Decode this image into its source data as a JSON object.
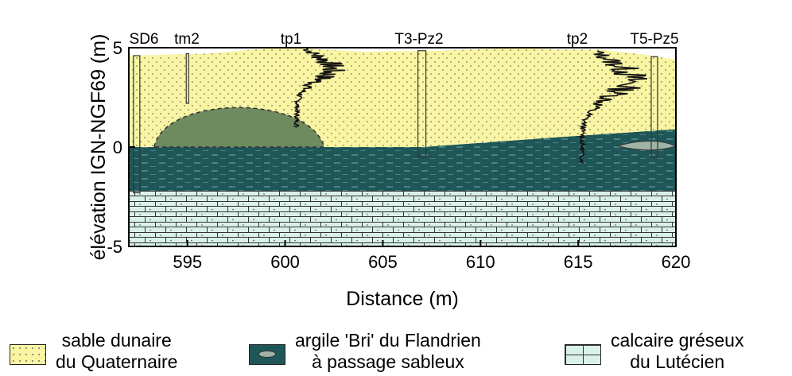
{
  "chart_data": {
    "type": "diagram",
    "xlabel": "Distance (m)",
    "ylabel": "élévation IGN-NGF69 (m)",
    "xlim": [
      592,
      620
    ],
    "ylim": [
      -5,
      5
    ],
    "x_ticks": [
      {
        "value": 595,
        "label": "595"
      },
      {
        "value": 600,
        "label": "600"
      },
      {
        "value": 605,
        "label": "605"
      },
      {
        "value": 610,
        "label": "610"
      },
      {
        "value": 615,
        "label": "615"
      },
      {
        "value": 620,
        "label": "620"
      }
    ],
    "y_ticks": [
      {
        "value": 5,
        "label": "5"
      },
      {
        "value": 0,
        "label": "0"
      },
      {
        "value": -5,
        "label": "-5"
      }
    ],
    "boreholes": [
      {
        "name": "SD6",
        "x": 592.4
      },
      {
        "name": "tm2",
        "x": 595
      },
      {
        "name": "tp1",
        "x": 600.5
      },
      {
        "name": "T3-Pz2",
        "x": 607
      },
      {
        "name": "tp2",
        "x": 616
      },
      {
        "name": "T5-Pz5",
        "x": 618.9
      }
    ],
    "surface_profile": [
      [
        592,
        4.6
      ],
      [
        596,
        4.7
      ],
      [
        599,
        4.95
      ],
      [
        600,
        5.0
      ],
      [
        604,
        4.8
      ],
      [
        608,
        4.85
      ],
      [
        612,
        5.0
      ],
      [
        614,
        4.9
      ],
      [
        616,
        4.9
      ],
      [
        618,
        4.7
      ],
      [
        620,
        4.4
      ]
    ],
    "clay_top_profile": [
      [
        592,
        0
      ],
      [
        607,
        0
      ],
      [
        614,
        0.5
      ],
      [
        620,
        0.9
      ]
    ],
    "limestone_top": -2.2,
    "colors": {
      "sand": "#f9f5a2",
      "clay": "#1f5758",
      "limestone": "#d9f1e9",
      "lens": "#6e8a5f"
    }
  },
  "legend": [
    {
      "label1": "sable dunaire",
      "label2": "du Quaternaire"
    },
    {
      "label1": "argile 'Bri' du Flandrien",
      "label2": "à passage sableux"
    },
    {
      "label1": "calcaire gréseux",
      "label2": "du Lutécien"
    }
  ]
}
